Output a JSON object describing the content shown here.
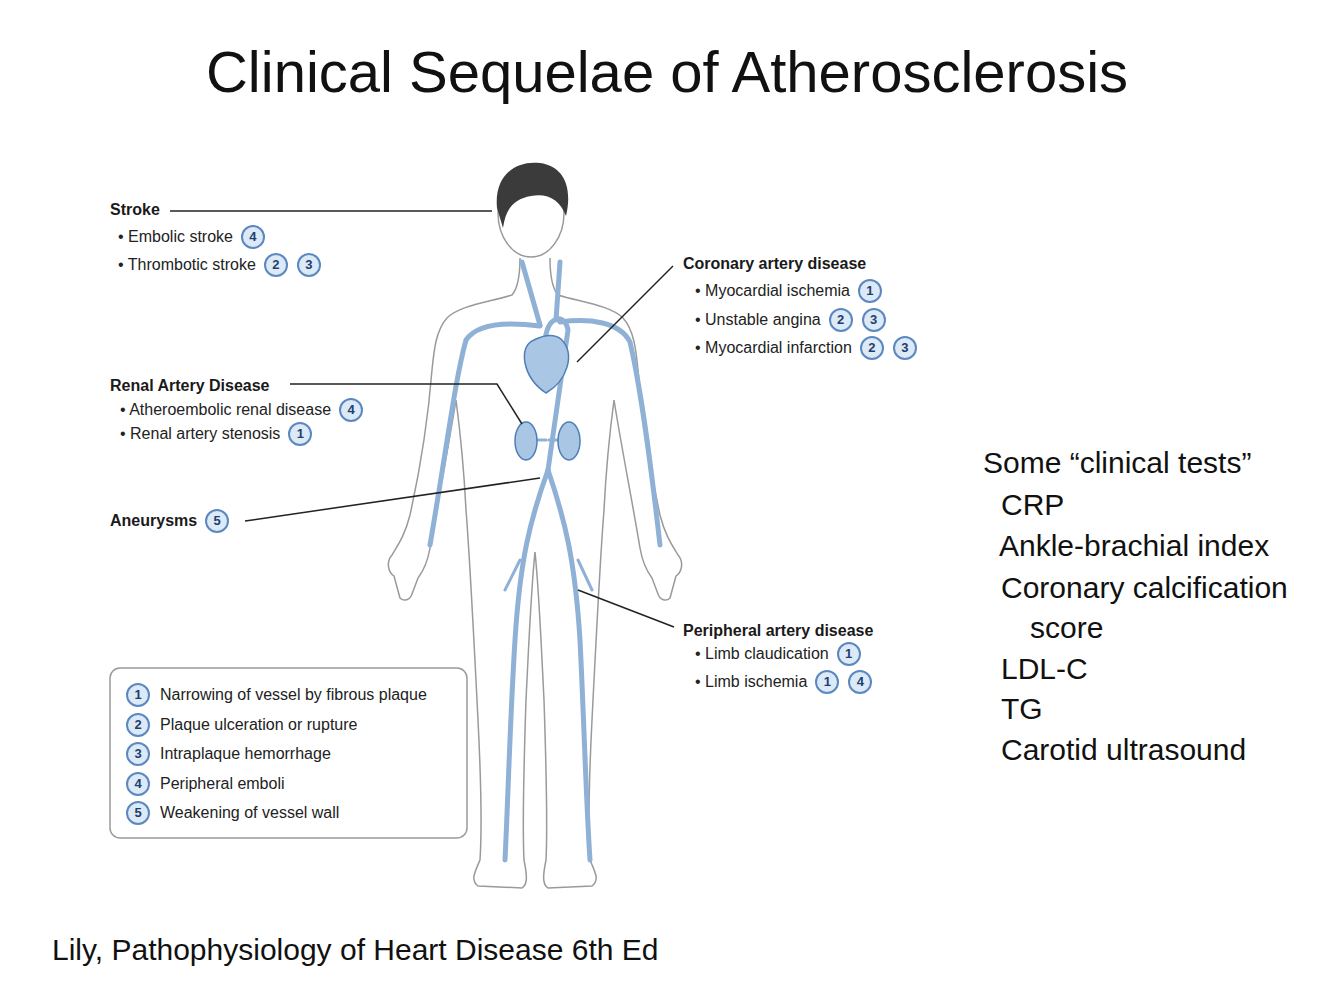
{
  "diagram": {
    "title": "Clinical Sequelae of Atherosclerosis",
    "caption": "Lily, Pathophysiology of Heart Disease 6th Ed",
    "labels": [
      "Stroke",
      "• Embolic stroke",
      "4",
      "• Thrombotic stroke",
      "2",
      "3",
      "Coronary artery disease",
      "• Myocardial ischemia",
      "1",
      "• Unstable angina",
      "2",
      "3",
      "• Myocardial infarction",
      "2",
      "3",
      "Renal Artery Disease",
      "• Atheroembolic renal disease",
      "4",
      "• Renal artery stenosis",
      "1",
      "Aneurysms",
      "5",
      "Peripheral artery disease",
      "• Limb claudication",
      "1",
      "• Limb ischemia",
      "1",
      "4",
      "1",
      "2",
      "3",
      "4",
      "5",
      "Some “clinical tests”",
      "CRP",
      "Ankle-brachial index",
      "Coronary calcification score",
      "LDL-C",
      "TG",
      "Carotid ultrasound"
    ],
    "legend": [
      {
        "text": "Narrowing of vessel by fibrous plaque"
      },
      {
        "text": "Plaque ulceration or rupture"
      },
      {
        "text": "Intraplaque hemorrhage"
      },
      {
        "text": "Peripheral emboli"
      },
      {
        "text": "Weakening of vessel wall"
      }
    ]
  }
}
